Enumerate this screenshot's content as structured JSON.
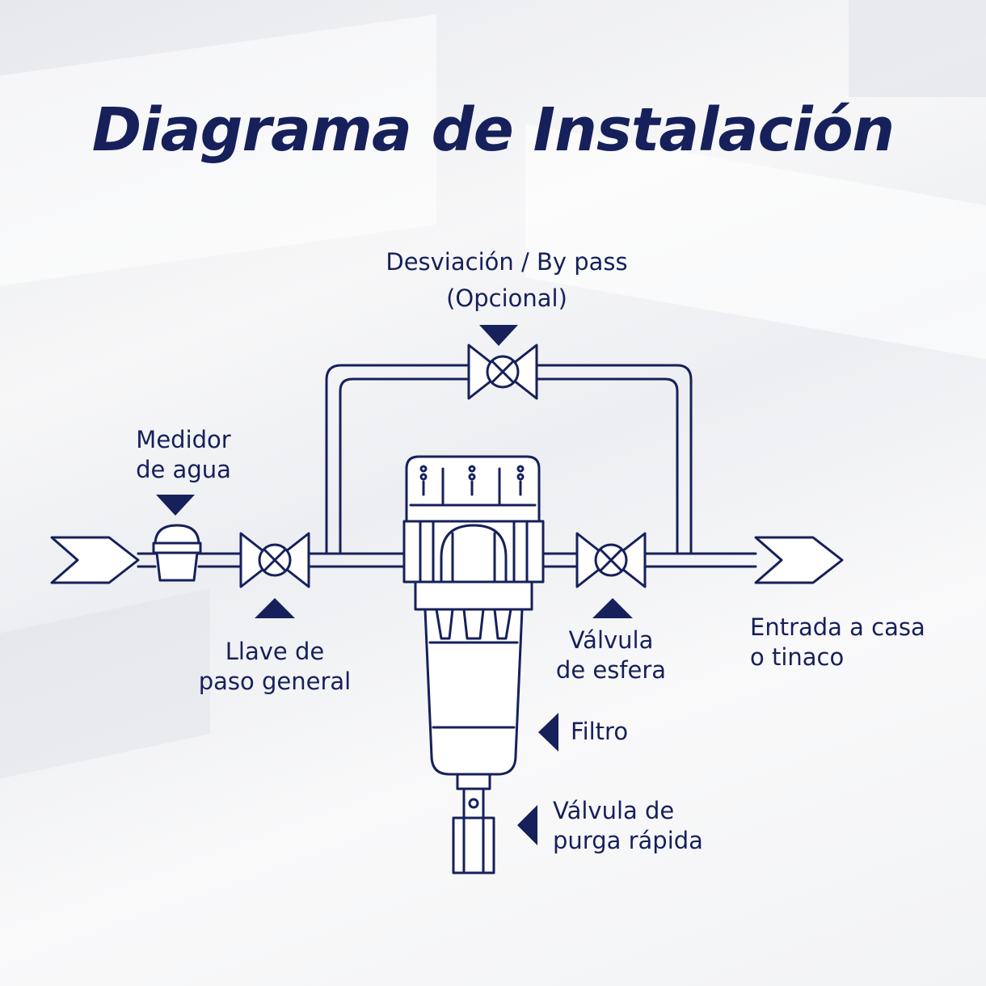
{
  "title": "Diagrama de Instalación",
  "labels": {
    "bypass_line1": "Desviación / By pass",
    "bypass_line2": "(Opcional)",
    "meter_line1": "Medidor",
    "meter_line2": "de agua",
    "main_valve_line1": "Llave de",
    "main_valve_line2": "paso general",
    "ball_valve_line1": "Válvula",
    "ball_valve_line2": "de esfera",
    "outlet_line1": "Entrada a casa",
    "outlet_line2": "o tinaco",
    "filter": "Filtro",
    "purge_line1": "Válvula de",
    "purge_line2": "purga rápida"
  },
  "colors": {
    "ink": "#16205a",
    "background": "#f1f2f4"
  }
}
